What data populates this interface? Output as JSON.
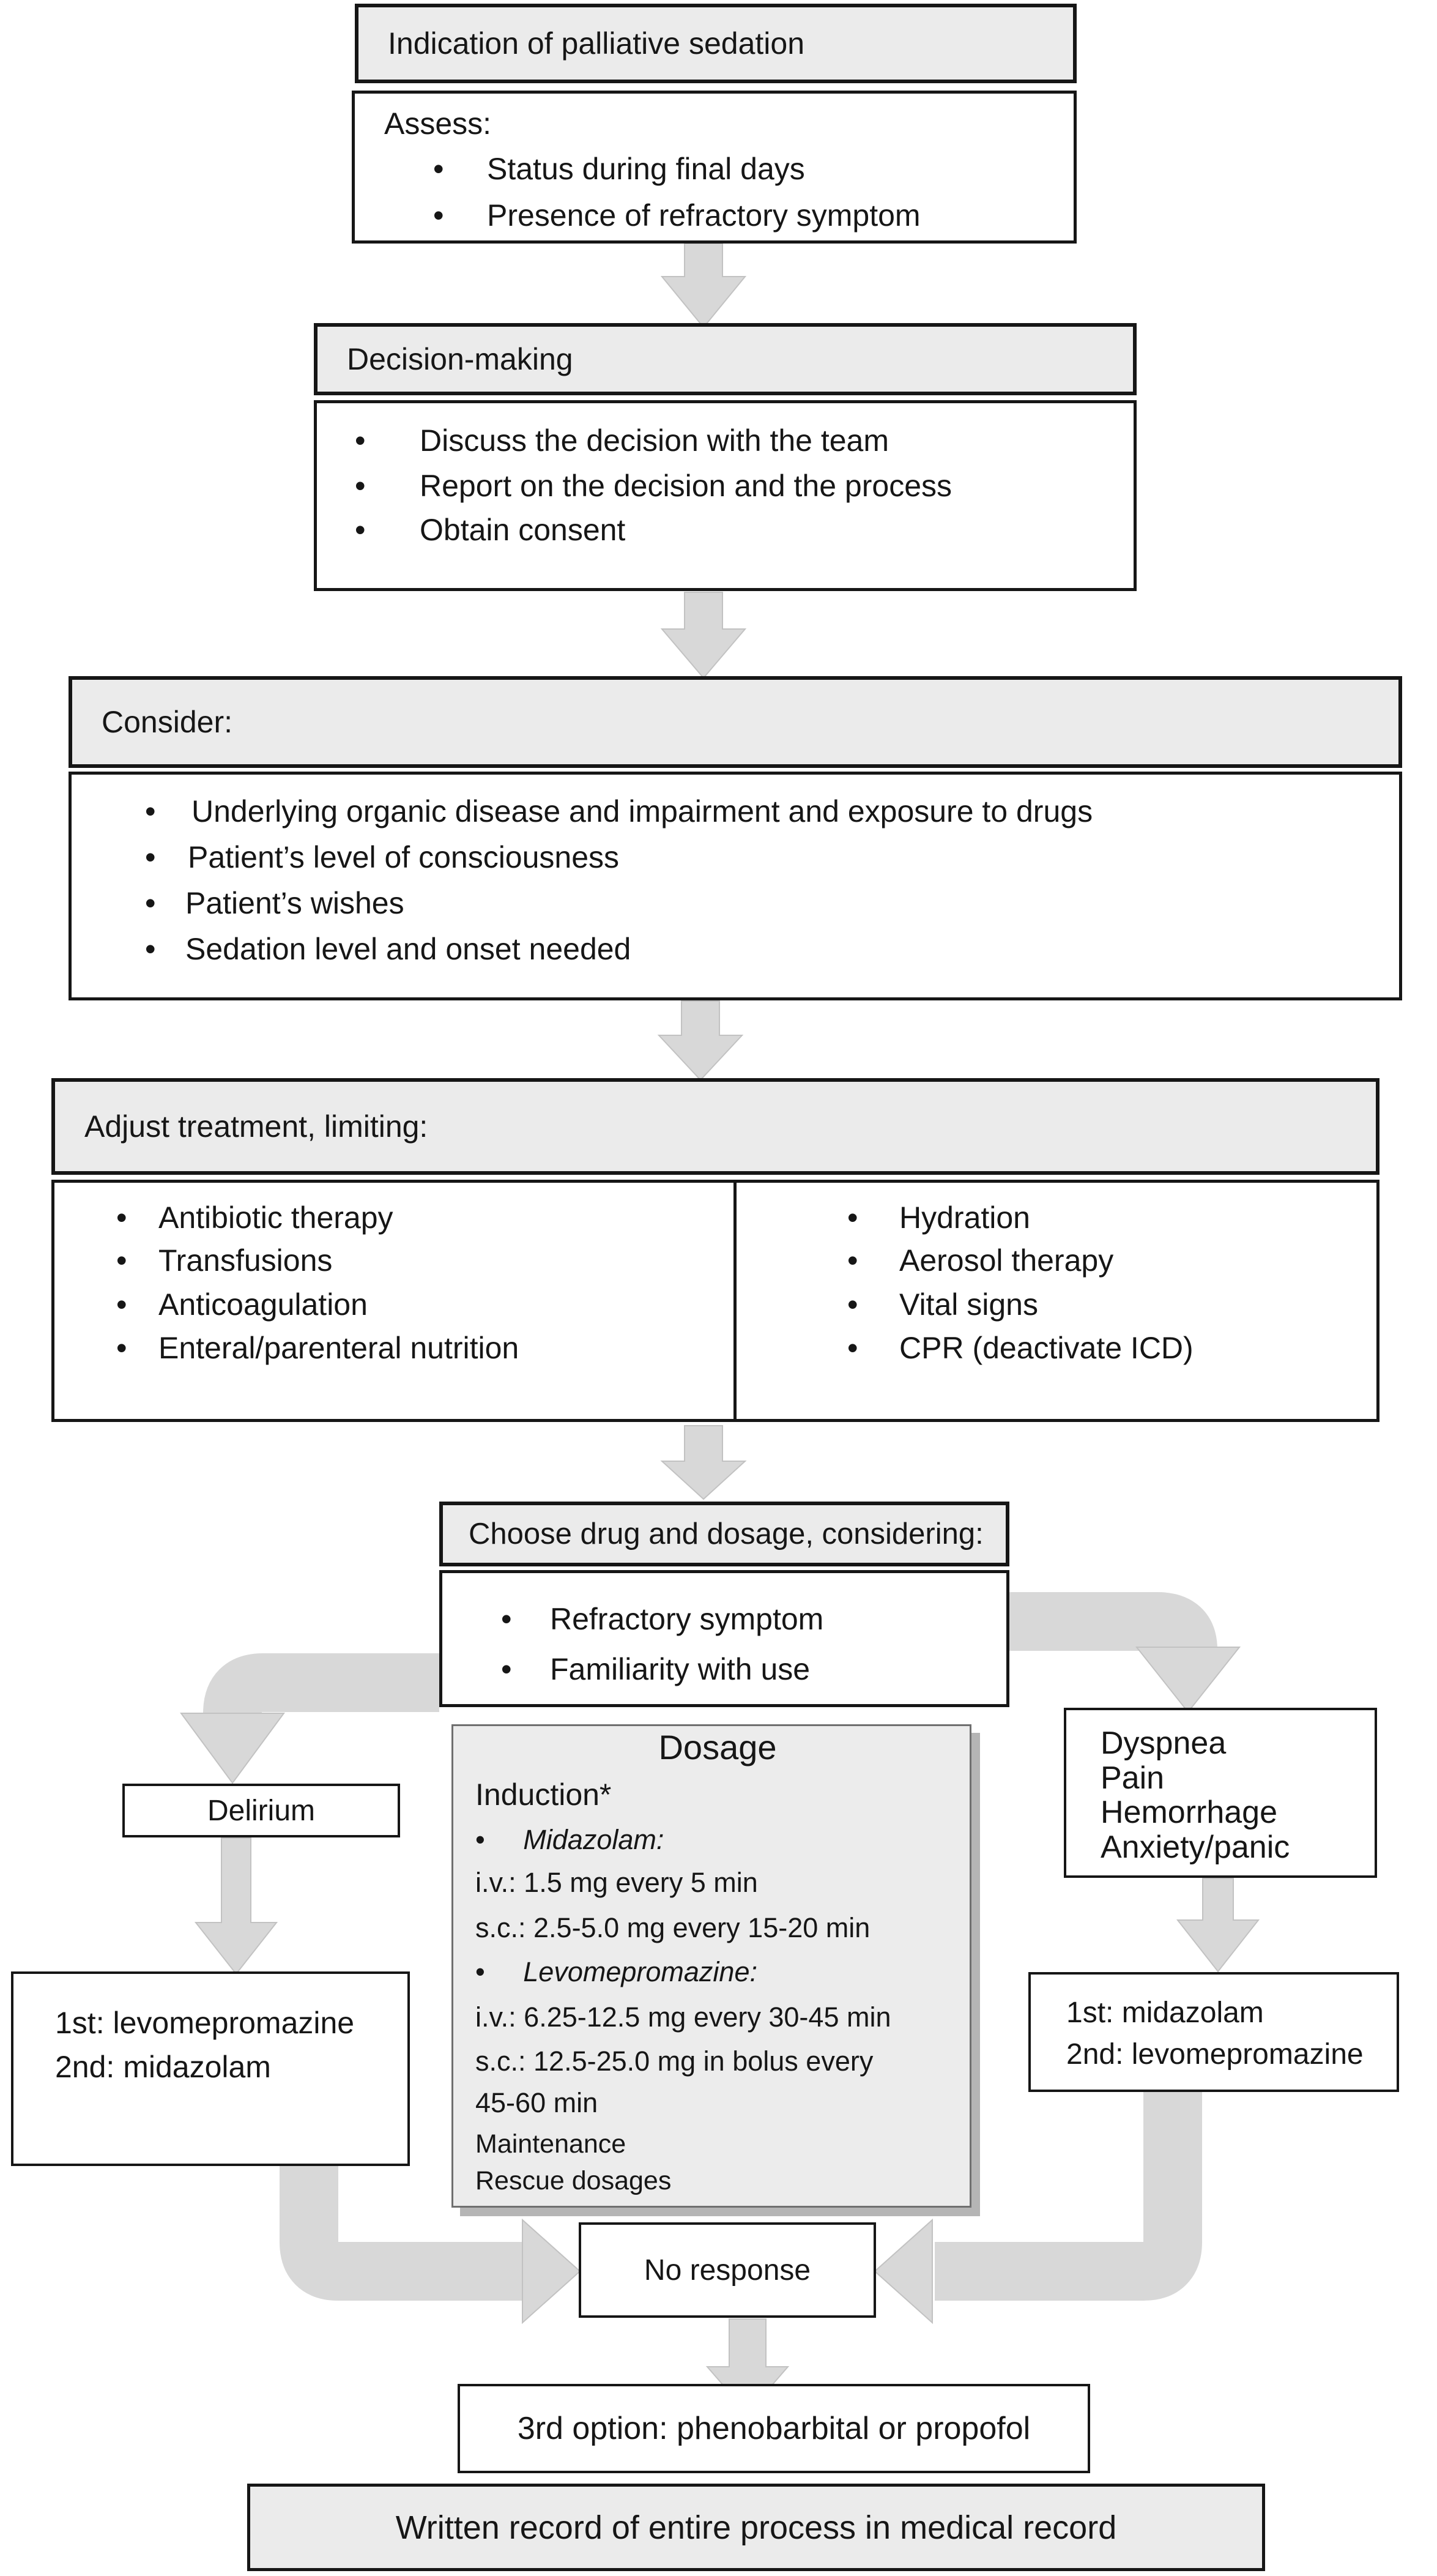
{
  "colors": {
    "header_fill": "#ebebeb",
    "dosage_fill": "#ececec",
    "arrow_gray": "#d8d8d8",
    "shadow_gray": "#b5b5b5",
    "border": "#161616"
  },
  "flow": {
    "indication": {
      "title": "Indication of palliative sedation"
    },
    "assess": {
      "title": "Assess:",
      "bullets": [
        "Status during final days",
        "Presence of refractory symptom"
      ]
    },
    "decision": {
      "title": "Decision-making",
      "bullets": [
        "Discuss the decision with the team",
        "Report on the decision and the process",
        "Obtain consent"
      ]
    },
    "consider": {
      "title": "Consider:",
      "bullets": [
        "Underlying organic disease and impairment and exposure to drugs",
        "Patient’s level of consciousness",
        "Patient’s wishes",
        "Sedation level and onset needed"
      ]
    },
    "adjust": {
      "title": "Adjust treatment, limiting:",
      "left_bullets": [
        "Antibiotic therapy",
        "Transfusions",
        "Anticoagulation",
        "Enteral/parenteral nutrition"
      ],
      "right_bullets": [
        "Hydration",
        "Aerosol therapy",
        "Vital signs",
        "CPR (deactivate ICD)"
      ]
    },
    "choose": {
      "title": "Choose drug and dosage, considering:",
      "bullets": [
        "Refractory symptom",
        "Familiarity with use"
      ]
    },
    "delirium": {
      "label": "Delirium"
    },
    "delirium_treatment": {
      "line1": "1st: levomepromazine",
      "line2": "2nd: midazolam"
    },
    "dosage": {
      "title": "Dosage",
      "induction": "Induction*",
      "midazolam_label": "Midazolam:",
      "midazolam_iv": "i.v.: 1.5 mg every 5 min",
      "midazolam_sc": "s.c.: 2.5-5.0 mg every 15-20 min",
      "levomepromazine_label": "Levomepromazine:",
      "levo_iv": "i.v.: 6.25-12.5 mg every 30-45 min",
      "levo_sc_line1": "s.c.: 12.5-25.0 mg in bolus every",
      "levo_sc_line2": "45-60 min",
      "maintenance": "Maintenance",
      "rescue": "Rescue dosages"
    },
    "other_symptoms": {
      "lines": [
        "Dyspnea",
        "Pain",
        "Hemorrhage",
        "Anxiety/panic"
      ]
    },
    "symptoms_treatment": {
      "line1": "1st: midazolam",
      "line2": "2nd: levomepromazine"
    },
    "no_response": {
      "label": "No response"
    },
    "third_option": {
      "label": "3rd option: phenobarbital or propofol"
    },
    "written_record": {
      "label": "Written record of entire process in medical record"
    }
  }
}
